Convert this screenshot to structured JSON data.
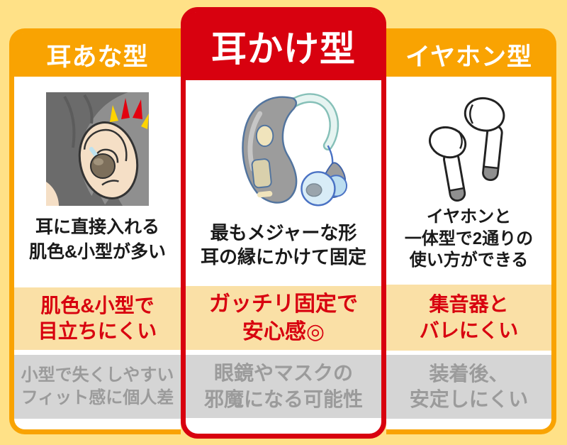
{
  "colors": {
    "bg": "#FFE187",
    "orange": "#F9A302",
    "red": "#D8010F",
    "pro-bg": "#FAE0A6",
    "con-bg": "#D5D5D5",
    "con-text": "#9B9B9B",
    "ink": "#1A1A1A",
    "header-text": "#FFFFFF"
  },
  "columns": [
    {
      "header": "耳あな型",
      "icon": "in-ear-hearing-aid-illustration",
      "description": [
        "耳に直接入れる",
        "肌色&小型が多い"
      ],
      "pro": [
        "肌色&小型で",
        "目立ちにくい"
      ],
      "con": [
        "小型で失くしやすい",
        "フィット感に個人差"
      ]
    },
    {
      "header": "耳かけ型",
      "icon": "behind-the-ear-hearing-aid-illustration",
      "description": [
        "最もメジャーな形",
        "耳の縁にかけて固定"
      ],
      "pro": [
        "ガッチリ固定で",
        "安心感◎"
      ],
      "con": [
        "眼鏡やマスクの",
        "邪魔になる可能性"
      ]
    },
    {
      "header": "イヤホン型",
      "icon": "wireless-earbuds-illustration",
      "description": [
        "イヤホンと",
        "一体型で2通りの",
        "使い方ができる"
      ],
      "pro": [
        "集音器と",
        "バレにくい"
      ],
      "con": [
        "装着後、",
        "安定しにくい"
      ]
    }
  ]
}
